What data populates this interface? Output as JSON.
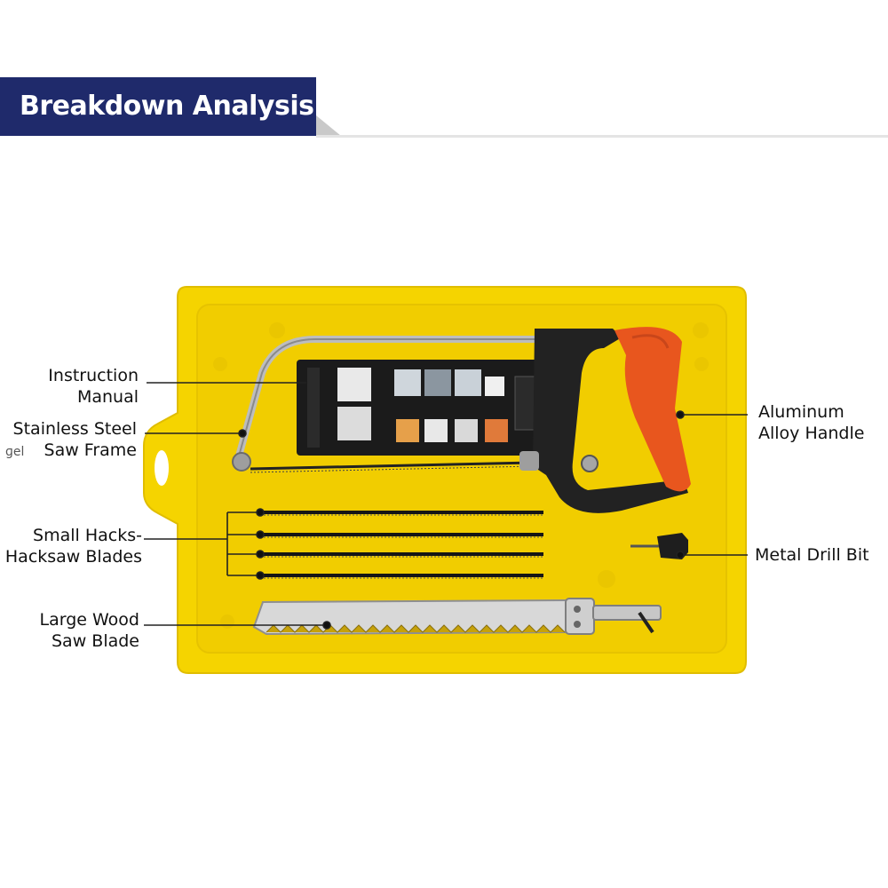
{
  "banner": {
    "title": "Breakdown Analysis"
  },
  "labels": {
    "instruction_manual": [
      "Instruction",
      "Manual"
    ],
    "saw_frame": [
      "Stainless Steel",
      "Saw Frame"
    ],
    "saw_frame_stray": "ɡel",
    "small_blades": [
      "Small Hacks-",
      "Hacksaw Blades"
    ],
    "large_blade": [
      "Large Wood",
      "Saw Blade"
    ],
    "handle": [
      "Aluminum",
      "Alloy Handle"
    ],
    "drill_bit": "Metal Drill Bit"
  },
  "colors": {
    "banner": "#1f2a6b",
    "tray": "#f5d400",
    "handle": "#e8561e",
    "frame": "#b9b9b9"
  }
}
